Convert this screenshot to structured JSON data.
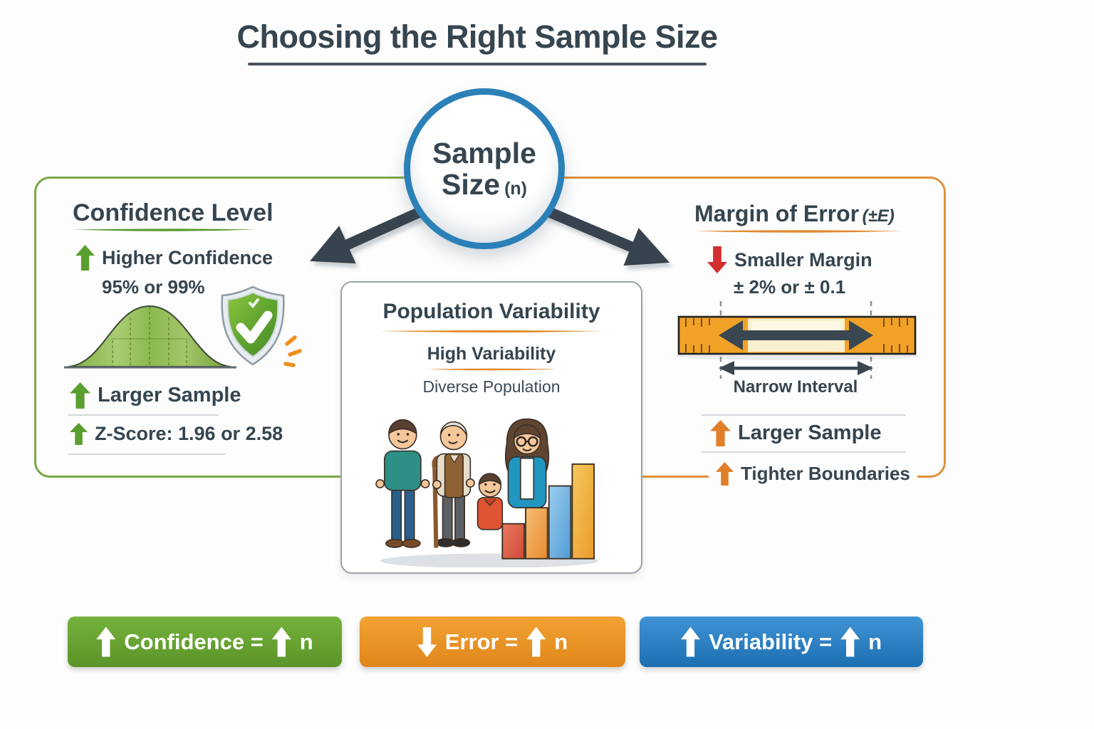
{
  "header": {
    "title": "Choosing the Right Sample Size"
  },
  "center_node": {
    "line1": "Sample",
    "line2": "Size",
    "suffix": "(n)"
  },
  "confidence": {
    "heading": "Confidence Level",
    "row_higher": "Higher Confidence",
    "values": "95% or 99%",
    "row_larger": "Larger Sample",
    "row_zscore": "Z-Score: 1.96 or 2.58"
  },
  "population": {
    "heading": "Population Variability",
    "sub": "High Variability",
    "desc": "Diverse Population"
  },
  "margin": {
    "heading": "Margin of Error",
    "heading_suffix": "(±E)",
    "row_smaller": "Smaller Margin",
    "values": "± 2% or ± 0.1",
    "interval": "Narrow Interval",
    "row_larger": "Larger Sample",
    "row_tighter": "Tighter Boundaries"
  },
  "banners": [
    {
      "arrow": "up",
      "label": "Confidence =",
      "n": "n",
      "color": "#63a332"
    },
    {
      "arrow": "down",
      "label": "Error =",
      "n": "n",
      "color": "#e8941f"
    },
    {
      "arrow": "up",
      "label": "Variability =",
      "n": "n",
      "color": "#2e7fc0"
    }
  ],
  "icons": {
    "shield": "shield-check-icon",
    "curve": "bell-curve-icon",
    "ruler": "ruler-icon",
    "people": "population-illustration",
    "up_arrow": "up-arrow-icon",
    "down_arrow": "down-arrow-icon"
  },
  "colors": {
    "green": "#69a334",
    "green_border": "#7aa845",
    "orange": "#e8912d",
    "orange_border": "#e0913c",
    "blue_banner": "#2e7fc0",
    "circle_blue": "#2b80b8",
    "dark_text": "#36454f",
    "red_arrow": "#d32f2f",
    "ruler_orange": "#f2a227"
  }
}
